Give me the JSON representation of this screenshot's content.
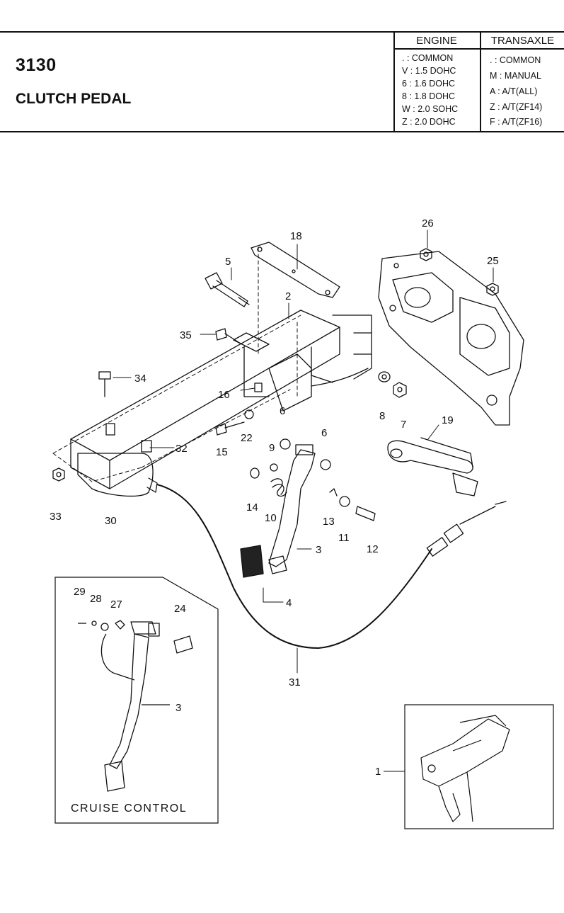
{
  "header": {
    "code": "3130",
    "title": "CLUTCH PEDAL",
    "engine": {
      "heading": "ENGINE",
      "rows": [
        ".  : COMMON",
        "V : 1.5 DOHC",
        "6 : 1.6 DOHC",
        "8 : 1.8 DOHC",
        "W : 2.0 SOHC",
        "Z : 2.0 DOHC"
      ]
    },
    "transaxle": {
      "heading": "TRANSAXLE",
      "rows": [
        ".  : COMMON",
        "M : MANUAL",
        "A : A/T(ALL)",
        "Z : A/T(ZF14)",
        "F : A/T(ZF16)"
      ]
    }
  },
  "callouts": {
    "n1": "1",
    "n2": "2",
    "n3": "3",
    "n3b": "3",
    "n4": "4",
    "n5": "5",
    "n6a": "6",
    "n6b": "6",
    "n7": "7",
    "n8": "8",
    "n9": "9",
    "n10": "10",
    "n11": "11",
    "n12": "12",
    "n13": "13",
    "n14": "14",
    "n15": "15",
    "n16": "16",
    "n18": "18",
    "n19": "19",
    "n22": "22",
    "n24": "24",
    "n25": "25",
    "n26": "26",
    "n27": "27",
    "n28": "28",
    "n29": "29",
    "n30": "30",
    "n31": "31",
    "n32": "32",
    "n33": "33",
    "n34": "34",
    "n35": "35"
  },
  "inset": {
    "label": "CRUISE CONTROL"
  }
}
